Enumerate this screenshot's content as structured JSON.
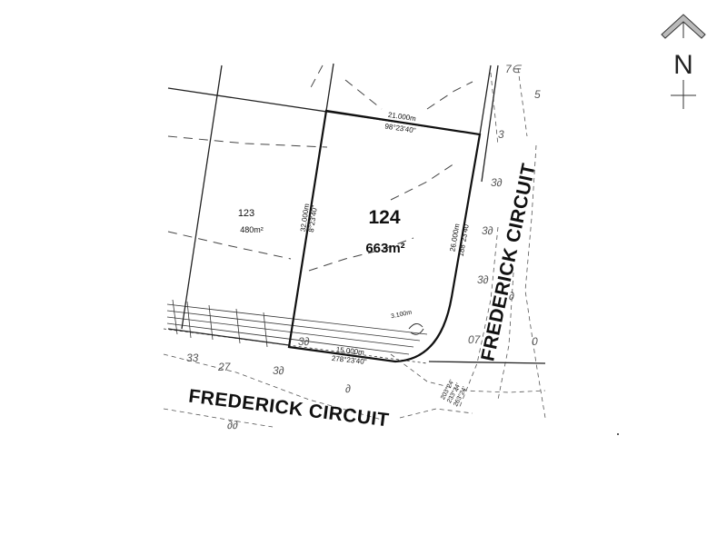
{
  "plan": {
    "lot_123": {
      "number": "123",
      "area": "480m²"
    },
    "lot_124": {
      "number": "124",
      "area": "663m²"
    },
    "dimensions": {
      "north_length": "21.000m",
      "north_bearing": "98°23'40\"",
      "west_length": "32.000m",
      "west_bearing": "8°23'40\"",
      "east_length": "26.000m",
      "east_bearing": "188°23'40\"",
      "south_length": "15.000m",
      "south_bearing": "278°23'40\"",
      "corner_length": "3.100m",
      "road_bearing_1": "203°24'",
      "road_bearing_2": "233°24'",
      "road_bearing_3": "263°24'"
    },
    "streets": {
      "south": "FREDERICK CIRCUIT",
      "east": "FREDERICK CIRCUIT"
    },
    "north_arrow": {
      "letter": "N"
    }
  }
}
